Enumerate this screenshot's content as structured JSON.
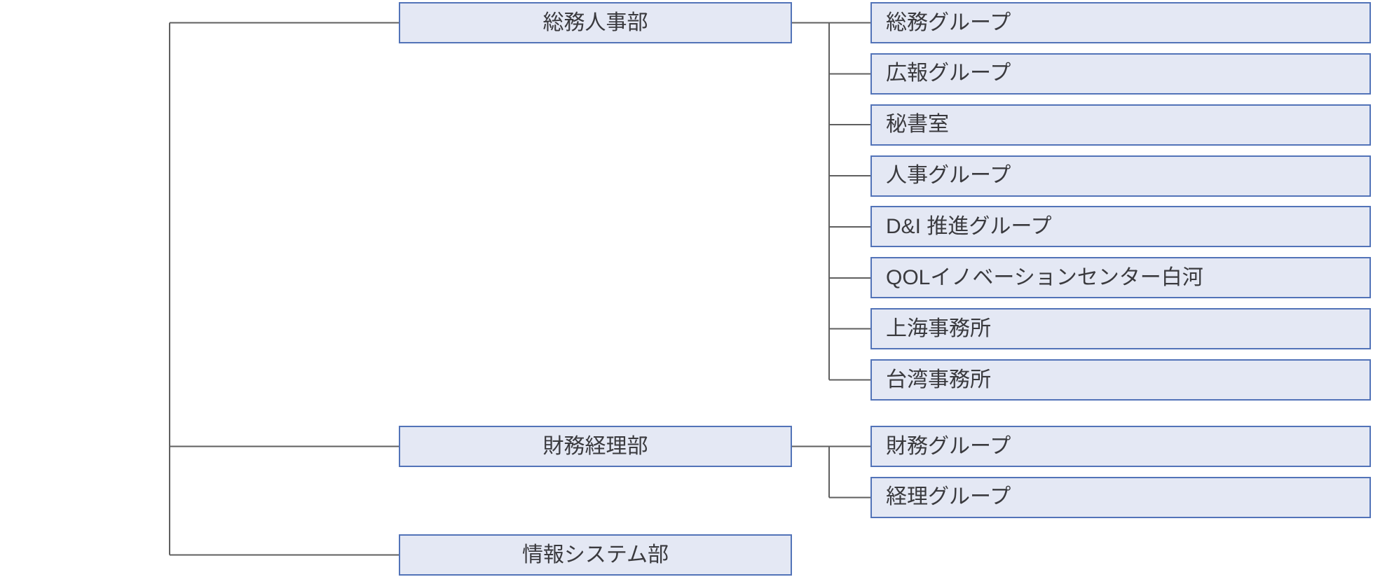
{
  "org_chart": {
    "departments": [
      {
        "label": "総務人事部",
        "groups": [
          "総務グループ",
          "広報グループ",
          "秘書室",
          "人事グループ",
          "D&I 推進グループ",
          "QOLイノベーションセンター白河",
          "上海事務所",
          "台湾事務所"
        ]
      },
      {
        "label": "財務経理部",
        "groups": [
          "財務グループ",
          "経理グループ"
        ]
      },
      {
        "label": "情報システム部",
        "groups": []
      }
    ]
  },
  "colors": {
    "box_fill": "#e4e8f4",
    "box_border": "#5273b8",
    "connector_line": "#5f5f5f",
    "text": "#3a3a3e",
    "background": "#ffffff"
  }
}
